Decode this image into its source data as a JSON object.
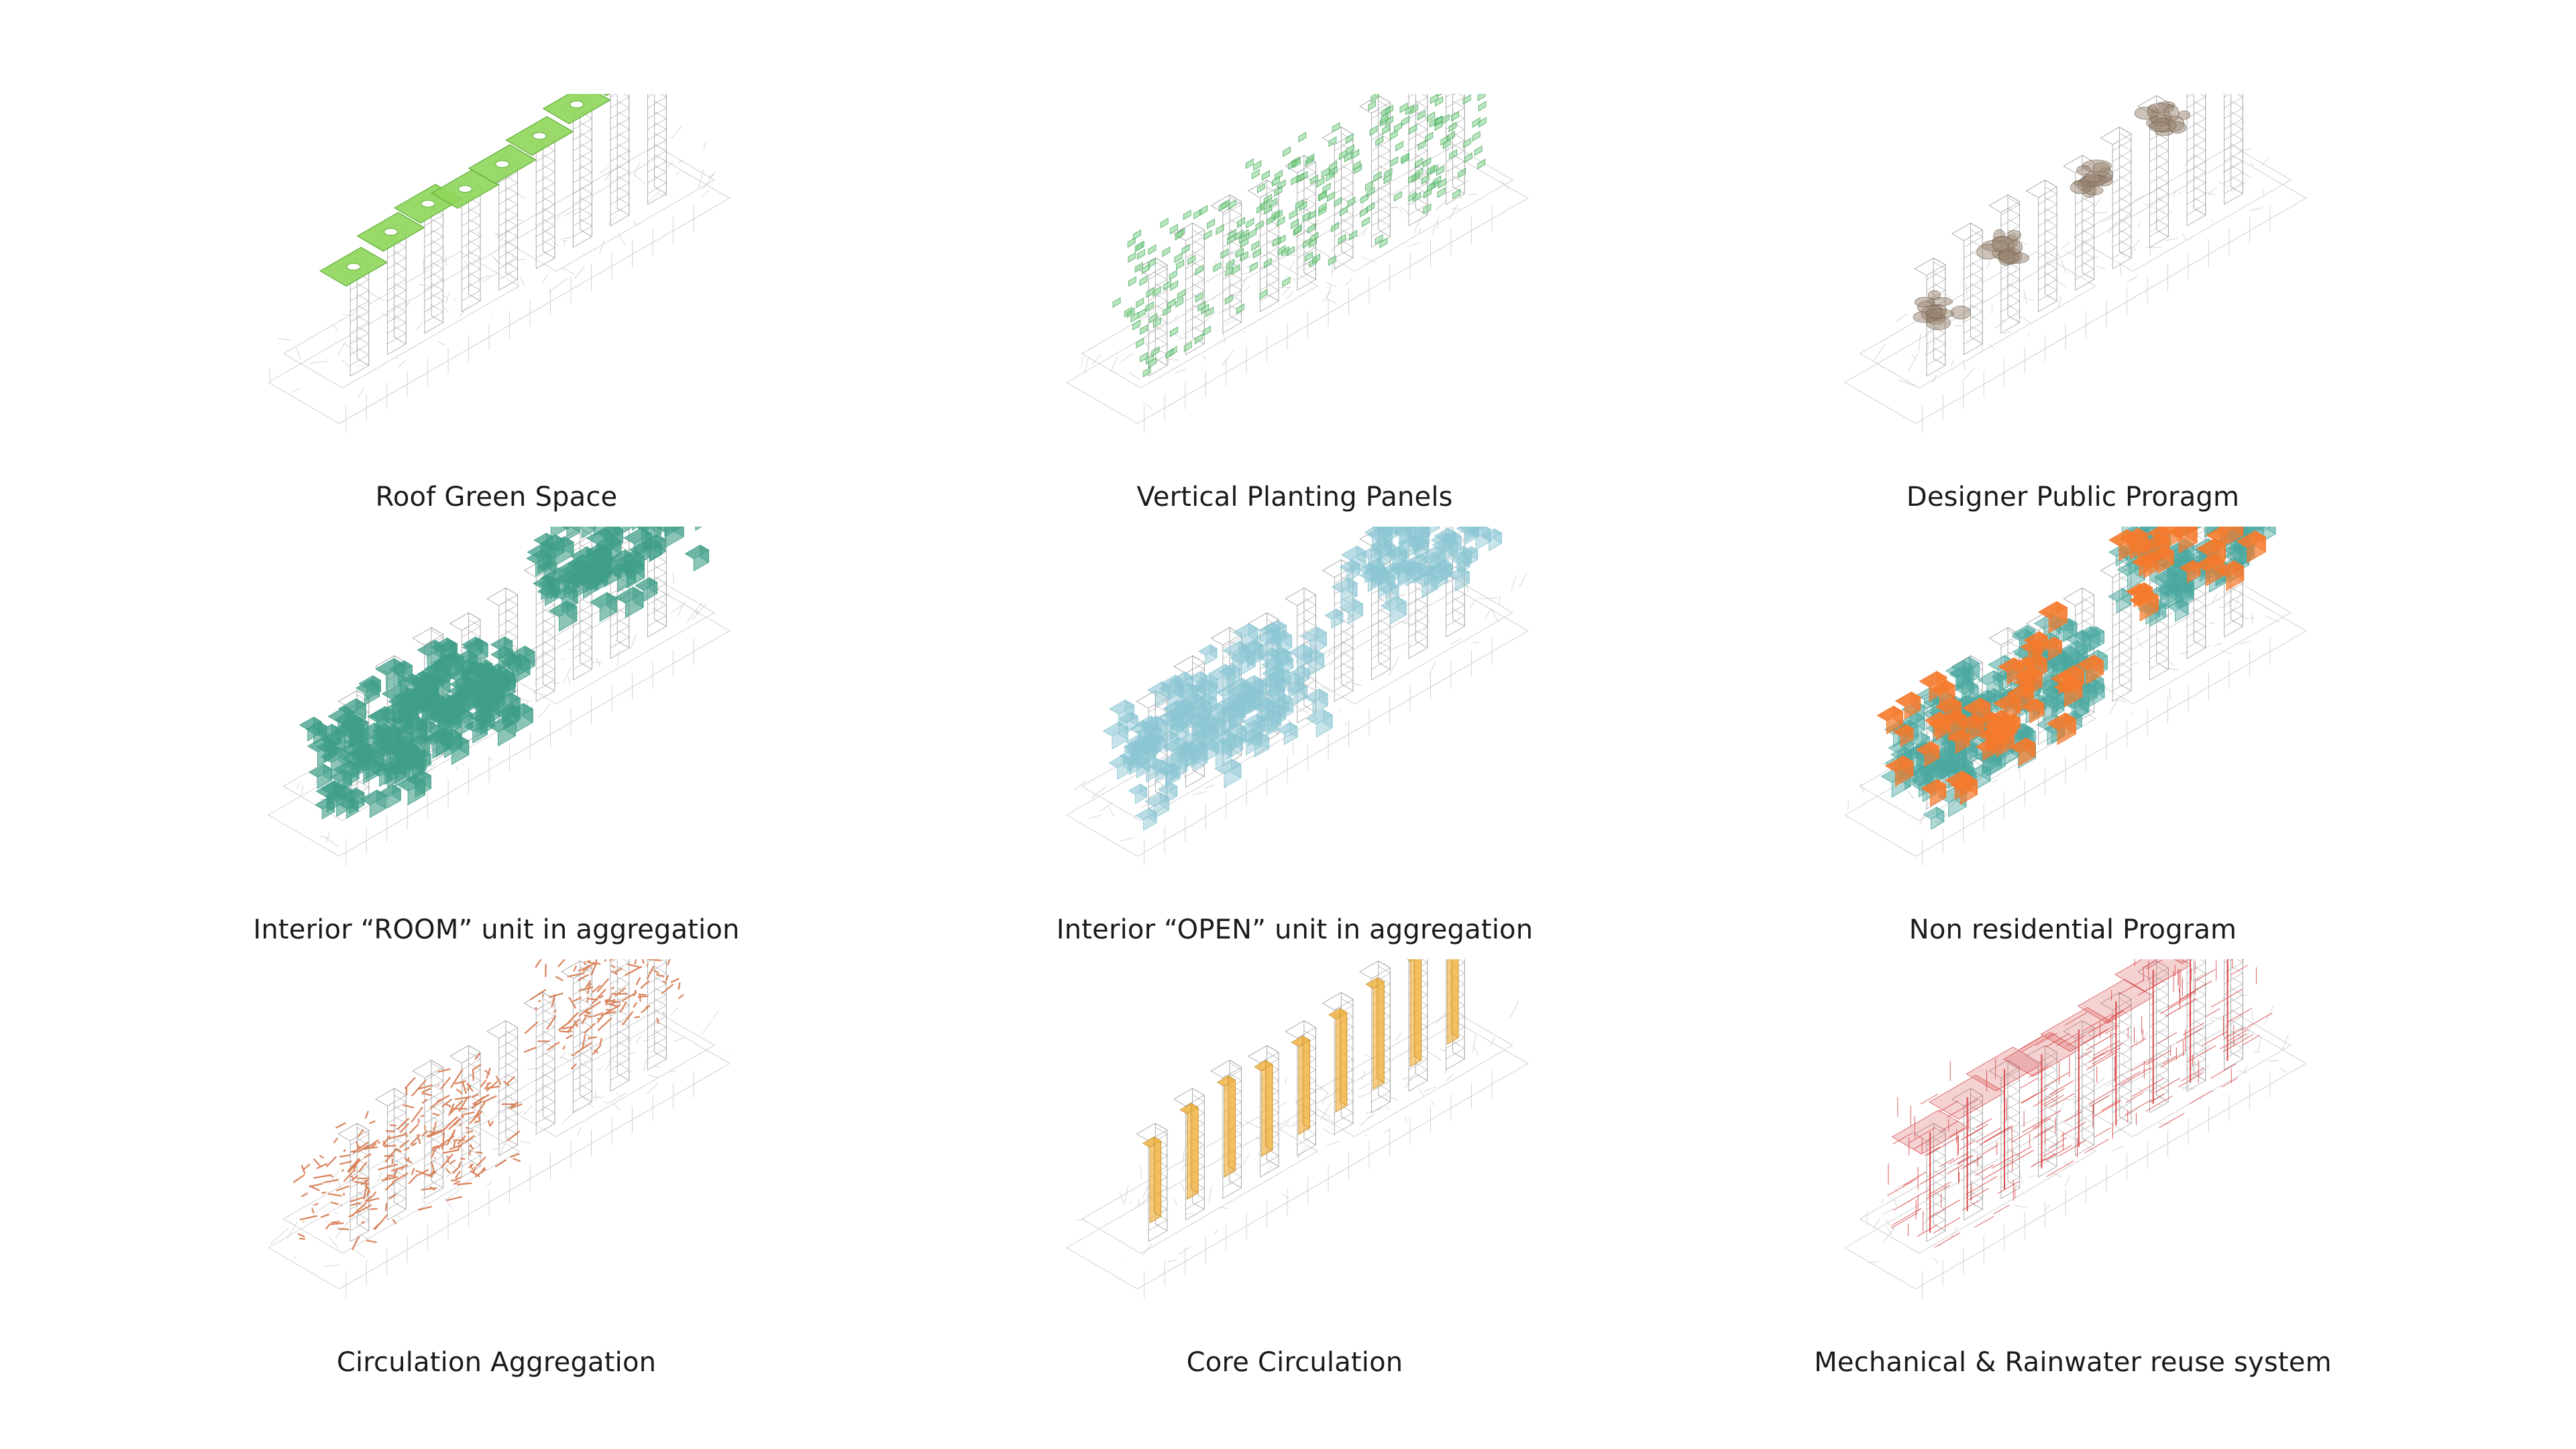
{
  "panels": [
    {
      "caption": "Roof Green Space",
      "layer": "roof",
      "color": "#8fd65a"
    },
    {
      "caption": "Vertical Planting Panels",
      "layer": "planting",
      "color": "#7ed18a"
    },
    {
      "caption": "Designer Public Proragm",
      "layer": "public",
      "color": "#9a8672"
    },
    {
      "caption": "Interior “ROOM” unit in aggregation",
      "layer": "room",
      "color": "#3f9e88"
    },
    {
      "caption": "Interior “OPEN” unit in aggregation",
      "layer": "open",
      "color": "#8cc6d4"
    },
    {
      "caption": "Non residential Program",
      "layer": "nonres",
      "color": "#f47a2c"
    },
    {
      "caption": "Circulation Aggregation",
      "layer": "circulation",
      "color": "#d9825a"
    },
    {
      "caption": "Core Circulation",
      "layer": "core",
      "color": "#f0b446"
    },
    {
      "caption": "Mechanical & Rainwater reuse system",
      "layer": "mechanical",
      "color": "#d94a4a"
    }
  ],
  "colors": {
    "base_line": "#cfcfcf",
    "tower_line": "#9a9a9a",
    "secondary": "#4aa8a0",
    "roof_line": "#5fae36"
  }
}
